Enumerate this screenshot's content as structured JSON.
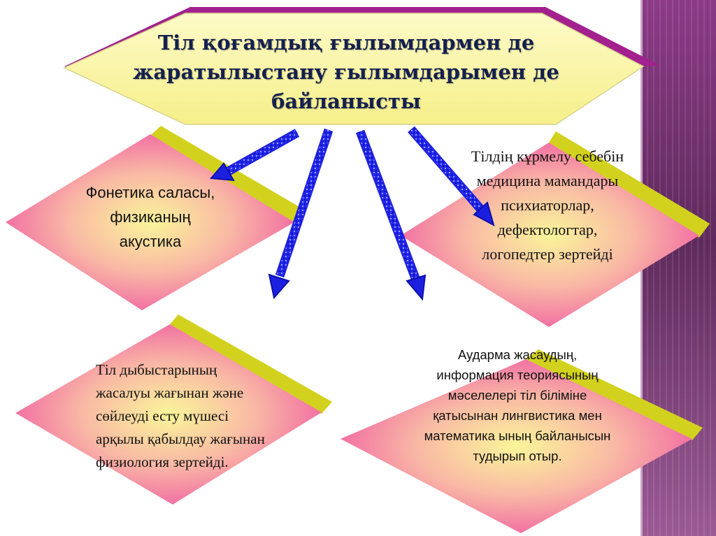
{
  "slide": {
    "title": "Тіл қоғамдық ғылымдармен де жаратылыстану ғылымдарымен де байланысты",
    "boxes": {
      "phonetics": "Фонетика саласы, физиканың акустика",
      "medicine": "Тілдің кұрмелу себебін медицина мамандары психиаторлар, дефектологтар, логопедтер зертейді",
      "physiology": "Тіл дыбыстарының жасалуы жағынан және сөйлеуді есту мүшесі арқылы қабылдау жағынан физиология зертейді.",
      "translation": "Аударма жасаудың, информация теориясының мәселелері тіл біліміне қатысынан лингвистика мен математика ының байланысын тудырып отыр."
    }
  },
  "colors": {
    "title_fill": "#fbf7a8",
    "title_shadow": "#a3208f",
    "diamond_center": "#fbf59a",
    "diamond_edge": "#ee4aa2",
    "diamond_shadow": "#d2d21e",
    "arrow_blue": "#1d1fe0",
    "side_band": "#7a3478"
  }
}
